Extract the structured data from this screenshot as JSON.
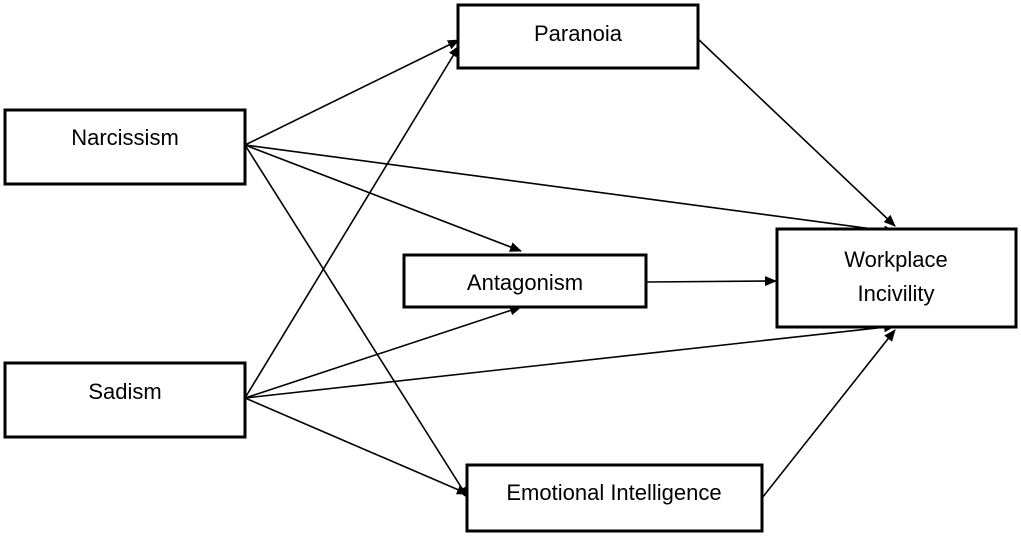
{
  "nodes": {
    "narcissism": {
      "label": "Narcissism"
    },
    "sadism": {
      "label": "Sadism"
    },
    "paranoia": {
      "label": "Paranoia"
    },
    "antagonism": {
      "label": "Antagonism"
    },
    "emotional_intelligence": {
      "label": "Emotional Intelligence"
    },
    "workplace_incivility": {
      "label_line1": "Workplace",
      "label_line2": "Incivility"
    }
  },
  "edges": [
    {
      "from": "narcissism",
      "to": "paranoia"
    },
    {
      "from": "narcissism",
      "to": "antagonism"
    },
    {
      "from": "narcissism",
      "to": "emotional_intelligence"
    },
    {
      "from": "narcissism",
      "to": "workplace_incivility"
    },
    {
      "from": "sadism",
      "to": "paranoia"
    },
    {
      "from": "sadism",
      "to": "antagonism"
    },
    {
      "from": "sadism",
      "to": "emotional_intelligence"
    },
    {
      "from": "sadism",
      "to": "workplace_incivility"
    },
    {
      "from": "paranoia",
      "to": "workplace_incivility"
    },
    {
      "from": "antagonism",
      "to": "workplace_incivility"
    },
    {
      "from": "emotional_intelligence",
      "to": "workplace_incivility"
    }
  ],
  "colors": {
    "stroke": "#000000",
    "background": "#ffffff"
  }
}
